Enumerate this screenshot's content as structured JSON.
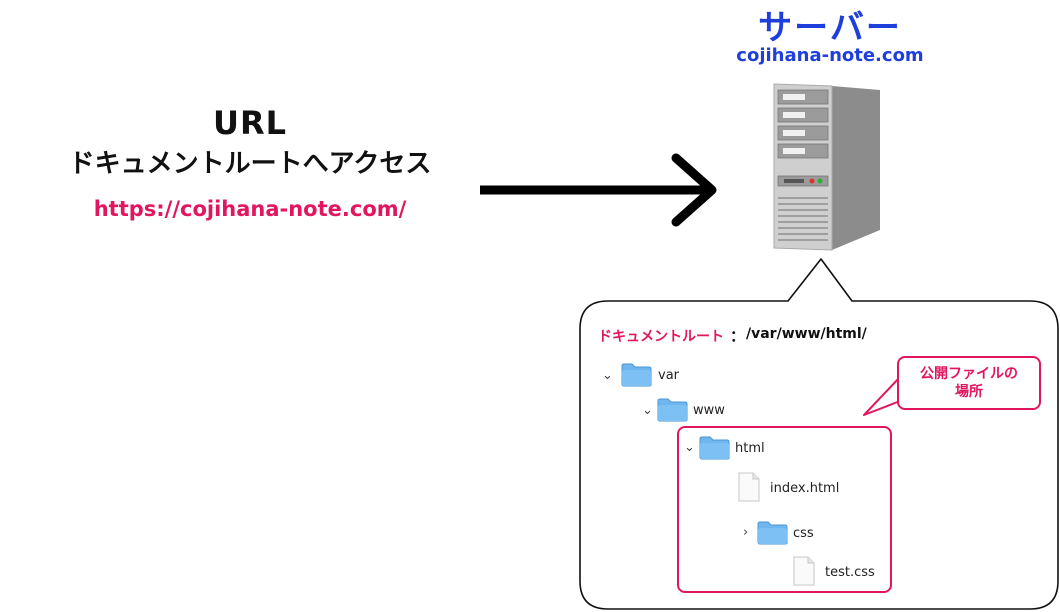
{
  "left": {
    "title": "URL",
    "subtitle": "ドキュメントルートへアクセス",
    "url": "https://cojihana-note.com/"
  },
  "server": {
    "title": "サーバー",
    "domain": "cojihana-note.com"
  },
  "document_root": {
    "label": "ドキュメントルート",
    "separator": "：",
    "path": "/var/www/html/"
  },
  "tree": {
    "var": "var",
    "www": "www",
    "html": "html",
    "index": "index.html",
    "css": "css",
    "test": "test.css"
  },
  "callout": {
    "line1": "公開ファイルの",
    "line2": "場所"
  },
  "colors": {
    "accent_pink": "#e2155f",
    "accent_blue": "#1f3fdc",
    "folder_blue": "#6fb6ee"
  },
  "icons": {
    "folder": "folder-icon",
    "file": "file-icon",
    "chevron_down": "chevron-down-icon",
    "chevron_right": "chevron-right-icon",
    "server": "server-icon"
  }
}
